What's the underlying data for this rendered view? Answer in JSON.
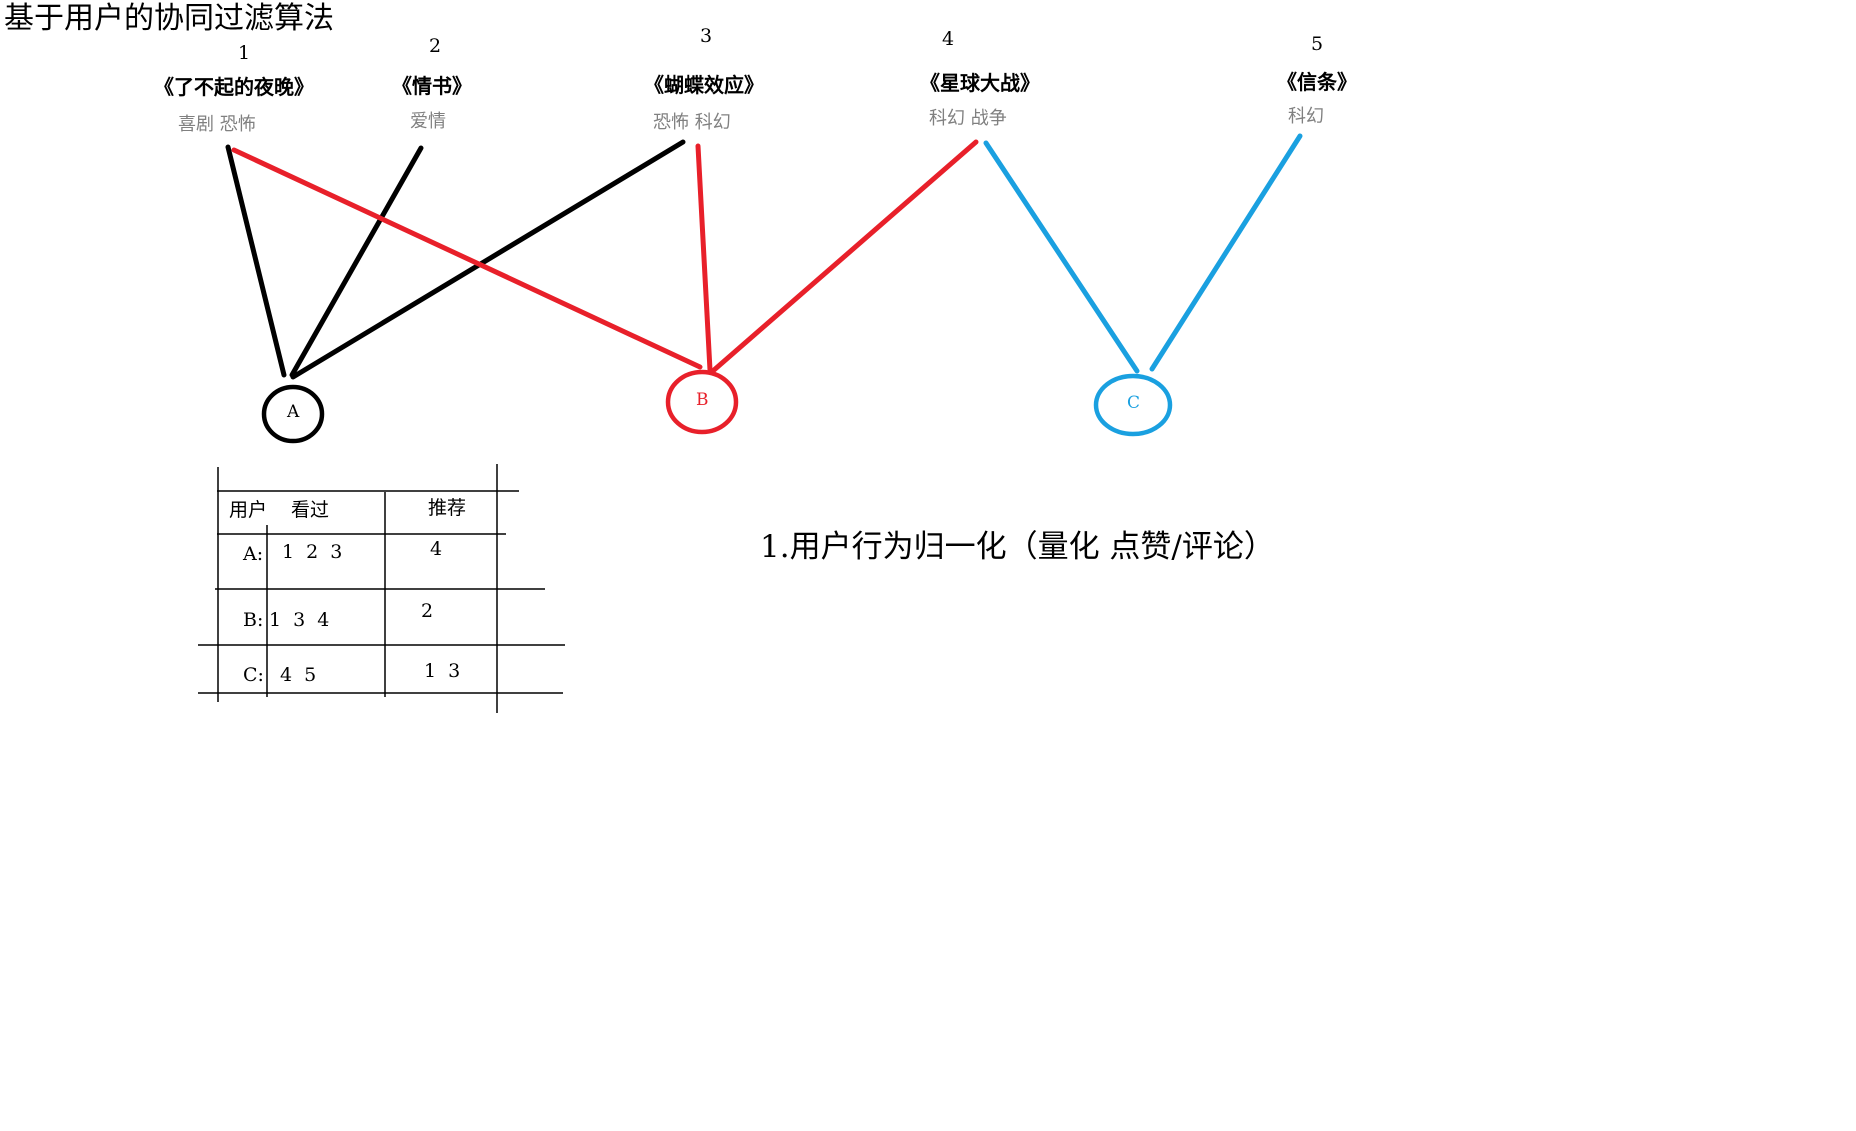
{
  "title": "基于用户的协同过滤算法",
  "movies": [
    {
      "num": "1",
      "title": "《了不起的夜晚》",
      "genre": "喜剧 恐怖"
    },
    {
      "num": "2",
      "title": "《情书》",
      "genre": "爱情"
    },
    {
      "num": "3",
      "title": "《蝴蝶效应》",
      "genre": "恐怖 科幻"
    },
    {
      "num": "4",
      "title": "《星球大战》",
      "genre": "科幻 战争"
    },
    {
      "num": "5",
      "title": "《信条》",
      "genre": "科幻"
    }
  ],
  "users": [
    {
      "label": "A",
      "color": "#000000"
    },
    {
      "label": "B",
      "color": "#e8202a"
    },
    {
      "label": "C",
      "color": "#1aa0e0"
    }
  ],
  "table": {
    "headers": [
      "用户",
      "看过",
      "推荐"
    ],
    "rows": [
      {
        "user": "A:",
        "watched": "1 2 3",
        "recommend": "4"
      },
      {
        "user": "B:",
        "watched": "1 3 4",
        "recommend": "2"
      },
      {
        "user": "C:",
        "watched": "4 5",
        "recommend": "1 3"
      }
    ]
  },
  "note": "1.用户行为归一化（量化 点赞/评论）"
}
